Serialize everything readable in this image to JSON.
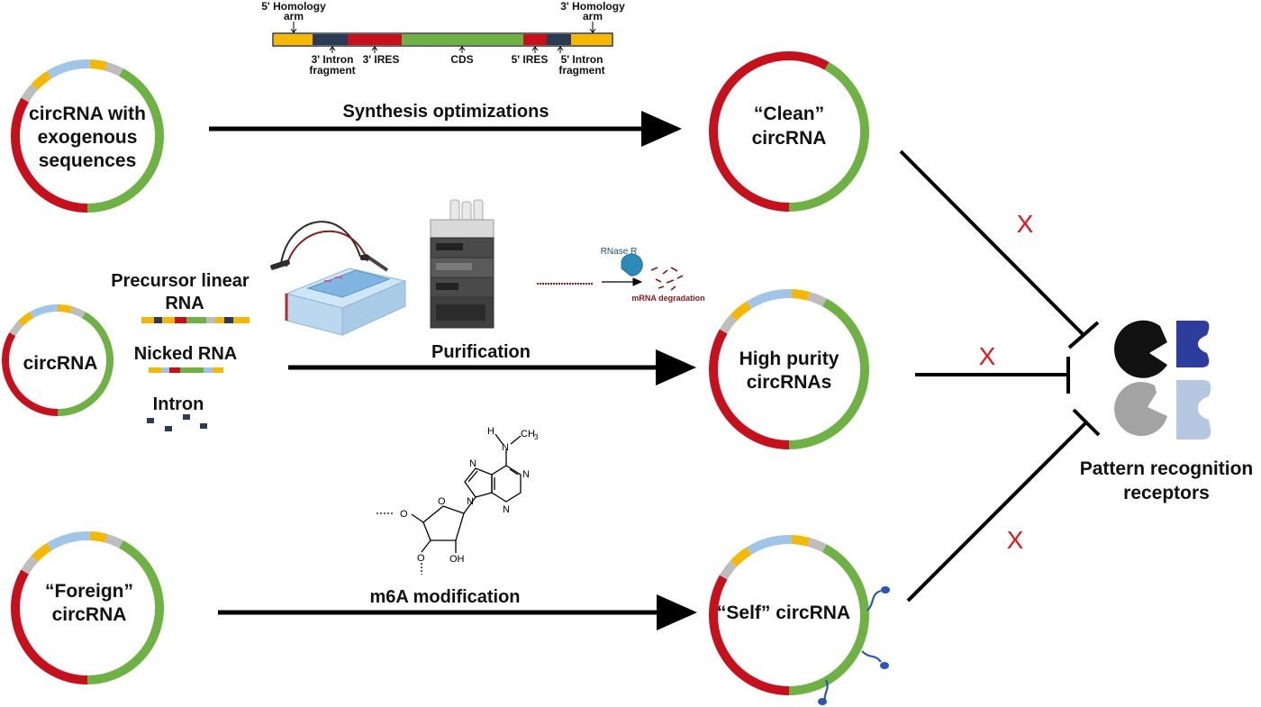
{
  "colors": {
    "red": "#c8101c",
    "green": "#6fb244",
    "yellow": "#f5b800",
    "light_blue": "#9fc5e8",
    "gray": "#bdbdbd",
    "dark_navy": "#2b3a55",
    "x_mark": "#e8141c",
    "receptor_black": "#111111",
    "receptor_navy": "#2e3c9e",
    "receptor_gray": "#a3a3a3",
    "receptor_light_blue": "#b5c8e0"
  },
  "construct": {
    "homology5": [
      "5' Homology",
      "arm"
    ],
    "homology3": [
      "3' Homology",
      "arm"
    ],
    "intron3": [
      "3' Intron",
      "fragment"
    ],
    "ires3": "3' IRES",
    "cds": "CDS",
    "ires5": "5' IRES",
    "intron5": [
      "5' Intron",
      "fragment"
    ]
  },
  "left": {
    "exogenous": [
      "circRNA with",
      "exogenous",
      "sequences"
    ],
    "circrna": "circRNA",
    "foreign": [
      "“Foreign”",
      "circRNA"
    ]
  },
  "byproducts": {
    "precursor": [
      "Precursor linear",
      "RNA"
    ],
    "nicked": "Nicked RNA",
    "intron": "Intron"
  },
  "arrows": {
    "synthesis": "Synthesis optimizations",
    "purification": "Purification",
    "m6a": "m6A modification"
  },
  "rnase": {
    "enzyme": "RNase R",
    "result": "mRNA degradation"
  },
  "molecule": {
    "atoms": [
      "H",
      "N",
      "CH",
      "3",
      "N",
      "N",
      "N",
      "N",
      "O",
      "O",
      "O",
      "OH"
    ]
  },
  "right": {
    "clean": [
      "“Clean”",
      "circRNA"
    ],
    "high_purity": [
      "High purity",
      "circRNAs"
    ],
    "self": "“Self” circRNA"
  },
  "inhibition_mark": "X",
  "receptors": [
    "Pattern recognition",
    "receptors"
  ]
}
